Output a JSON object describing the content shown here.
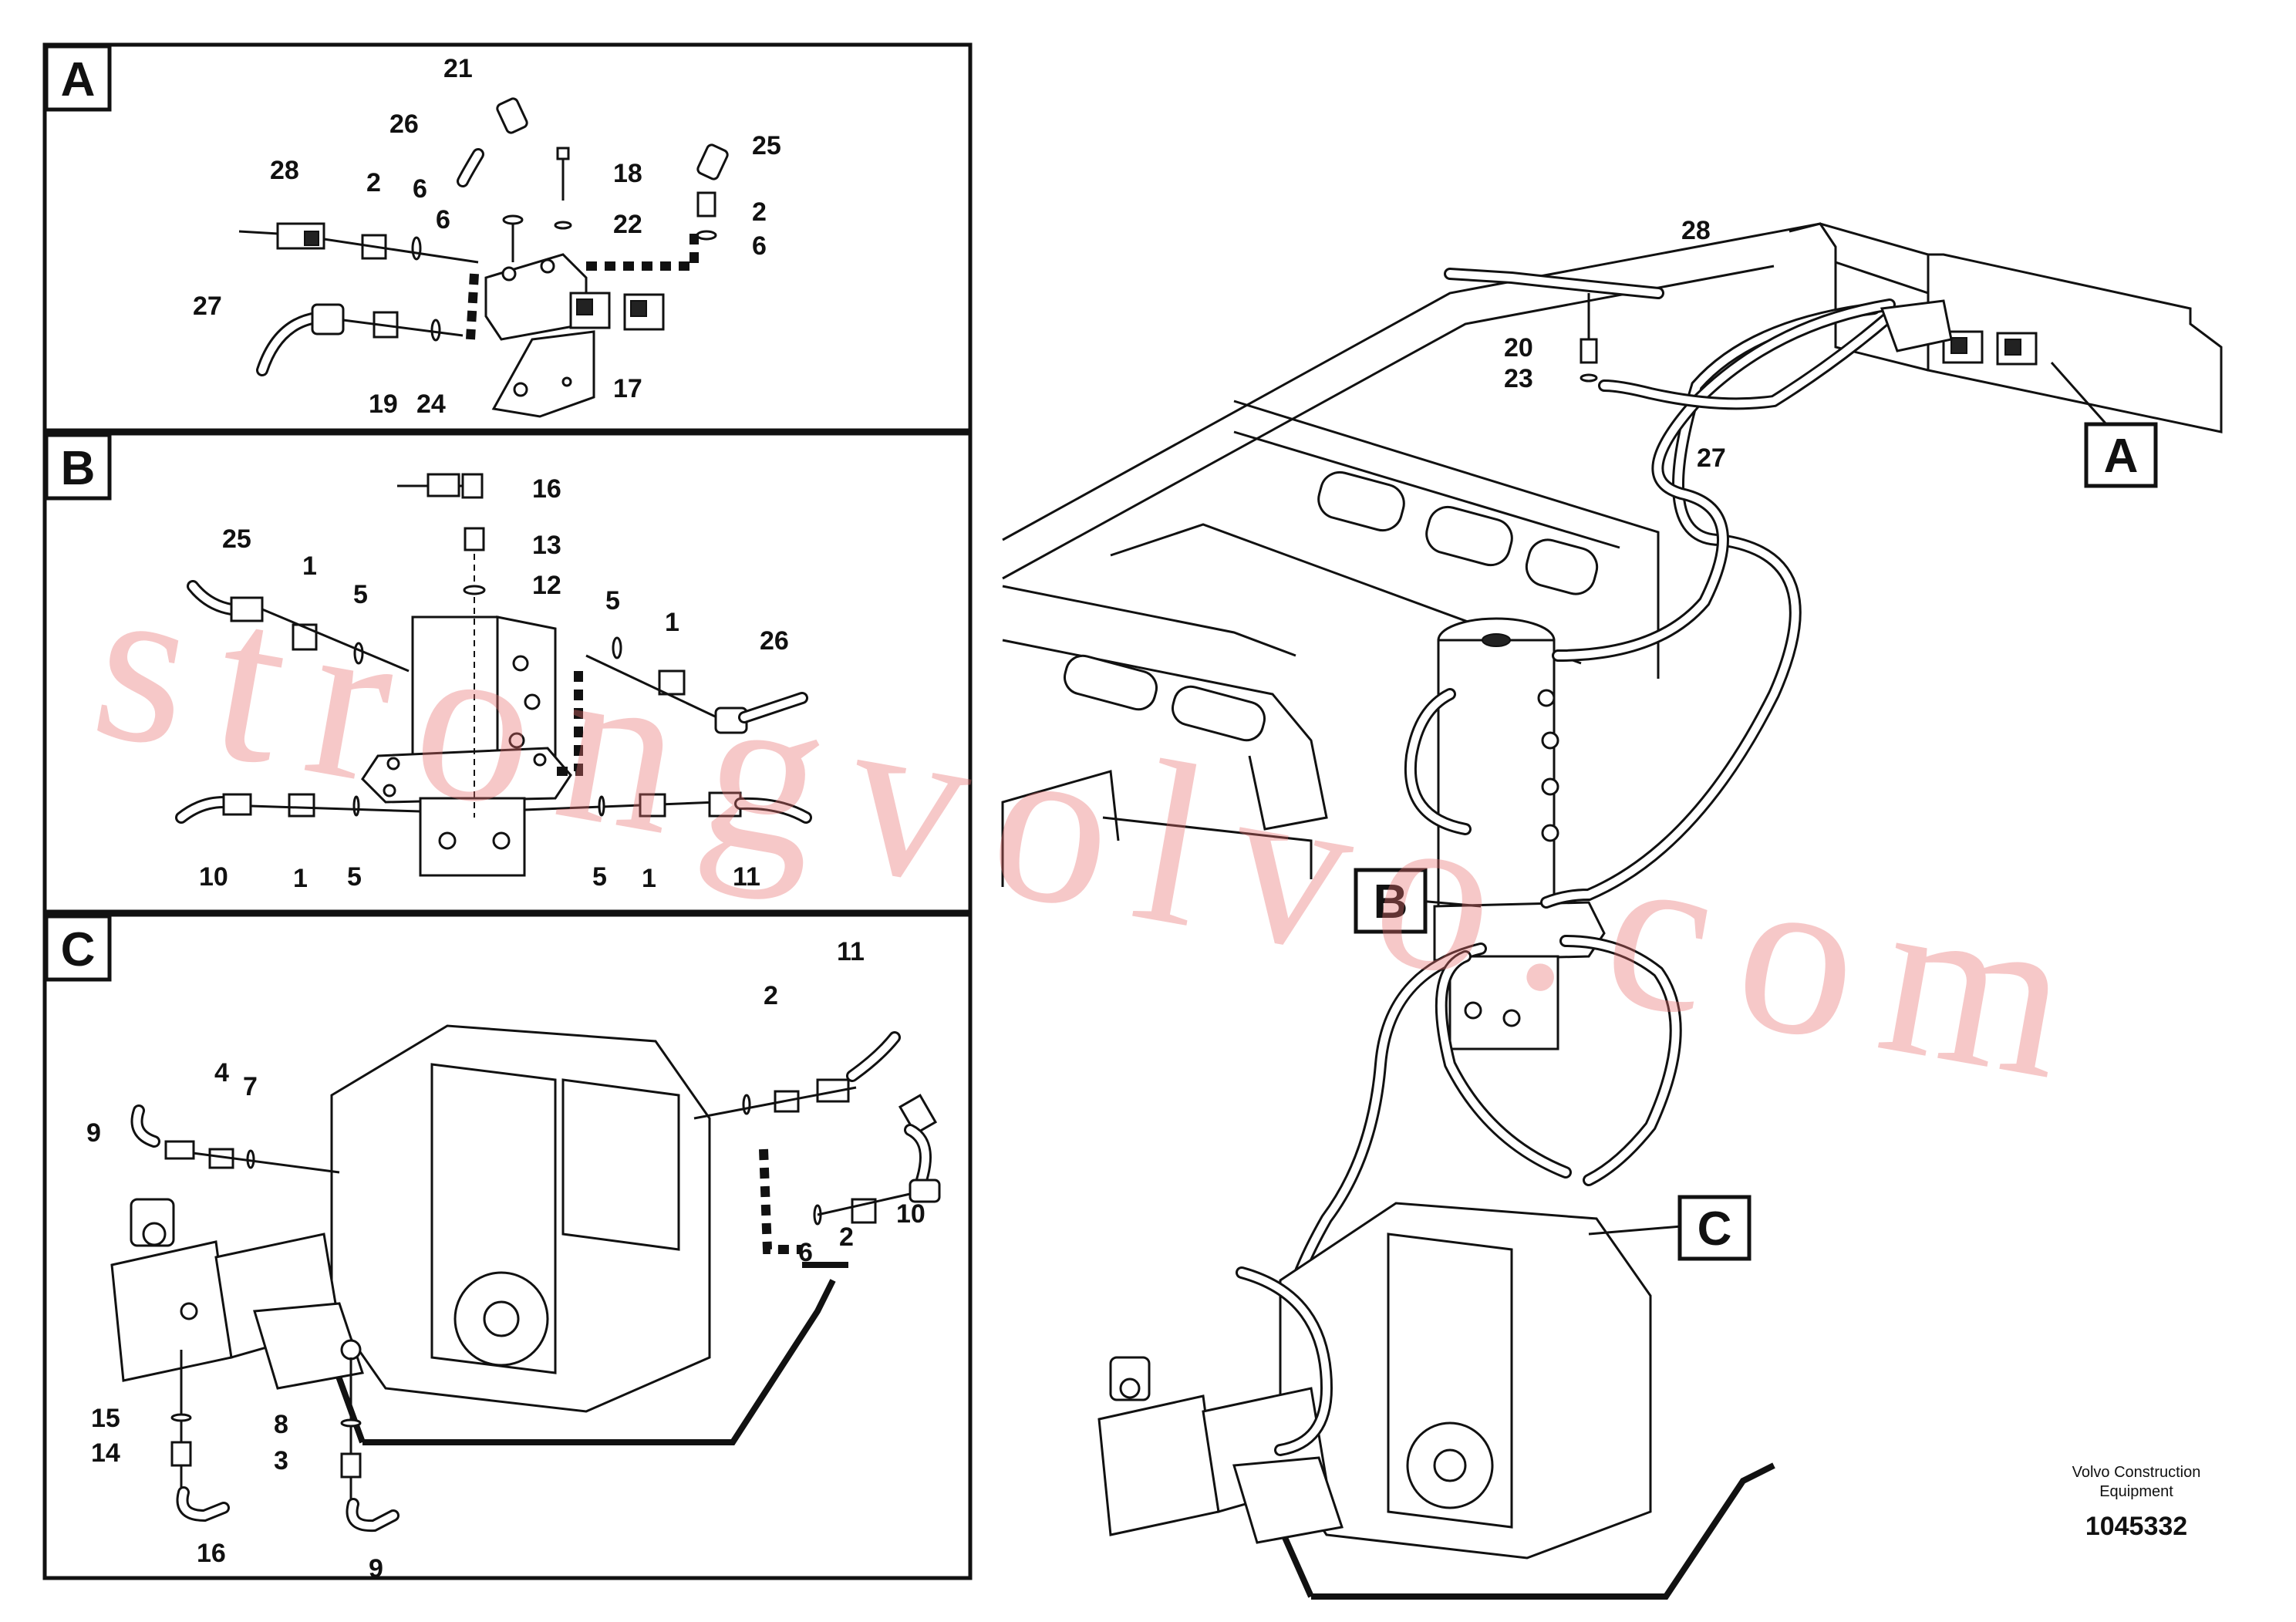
{
  "panels": [
    {
      "id": "A",
      "letter": "A",
      "callouts": [
        "21",
        "26",
        "25",
        "18",
        "2",
        "6",
        "22",
        "6",
        "28",
        "2",
        "6",
        "27",
        "19",
        "24",
        "17"
      ]
    },
    {
      "id": "B",
      "letter": "B",
      "callouts": [
        "16",
        "13",
        "12",
        "25",
        "1",
        "5",
        "5",
        "1",
        "26",
        "10",
        "1",
        "5",
        "5",
        "1",
        "11"
      ]
    },
    {
      "id": "C",
      "letter": "C",
      "callouts": [
        "11",
        "2",
        "4",
        "7",
        "9",
        "10",
        "6",
        "2",
        "15",
        "14",
        "8",
        "3",
        "16",
        "9"
      ]
    }
  ],
  "overview": {
    "callouts": [
      "28",
      "20",
      "23",
      "27"
    ],
    "refs": [
      "A",
      "B",
      "C"
    ]
  },
  "watermark": "strongvolvo.com",
  "footer": {
    "line1": "Volvo Construction",
    "line2": "Equipment",
    "number": "1045332"
  }
}
